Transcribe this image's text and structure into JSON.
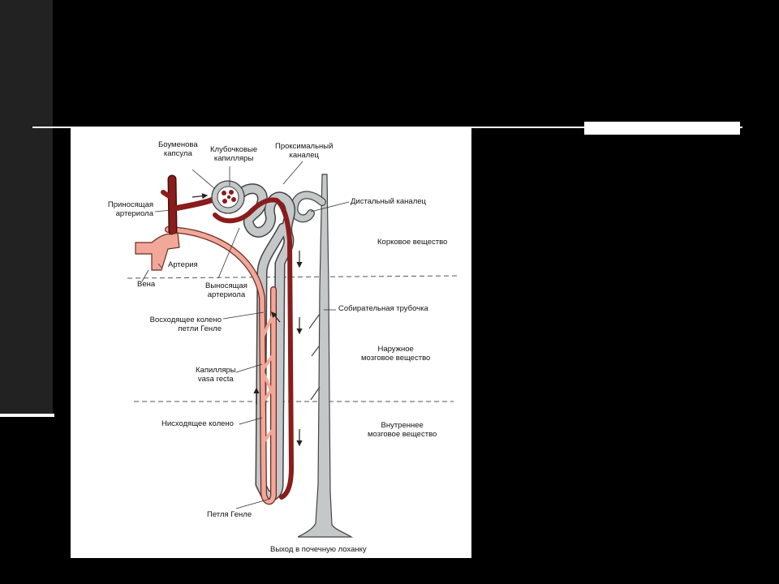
{
  "slide": {
    "accent_color": "#ffffff",
    "background": "#000000"
  },
  "diagram": {
    "labels": {
      "bowman_1": "Боуменова",
      "bowman_2": "капсула",
      "glom_1": "Клубочковые",
      "glom_2": "капилляры",
      "prox_1": "Проксимальный",
      "prox_2": "каналец",
      "distal": "Дистальный каналец",
      "afferent_1": "Приносящая",
      "afferent_2": "артериола",
      "cortex": "Корковое вещество",
      "artery": "Артерия",
      "vein": "Вена",
      "efferent_1": "Выносящая",
      "efferent_2": "артериола",
      "collecting": "Собирательная трубочка",
      "ascending_1": "Восходящее колено",
      "ascending_2": "петли Генле",
      "outer_1": "Наружное",
      "outer_2": "мозговое вещество",
      "vasa_1": "Капилляры",
      "vasa_2": "vasa recta",
      "descending": "Нисходящее колено",
      "inner_1": "Внутреннее",
      "inner_2": "мозговое вещество",
      "henle_loop": "Петля Генле",
      "exit": "Выход в почечную лоханку"
    },
    "colors": {
      "artery_dark": "#8a1c1c",
      "vessel_light": "#f2a898",
      "tubule_gray": "#c4c8c8",
      "outline": "#444444"
    }
  }
}
